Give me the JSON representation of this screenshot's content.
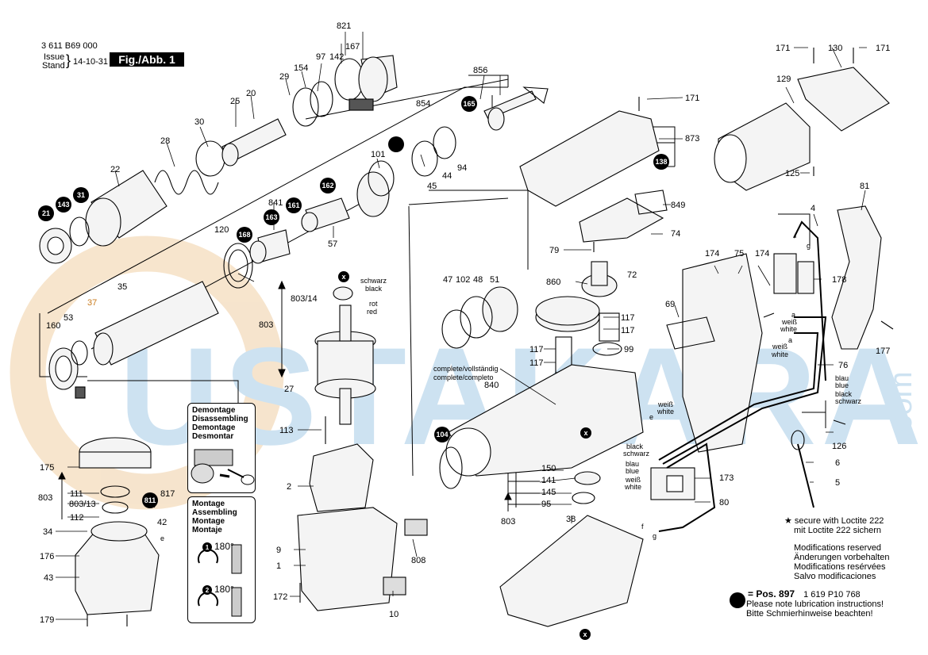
{
  "header": {
    "doc_number": "3 611 B69 000",
    "issue_label": "Issue",
    "stand_label": "Stand",
    "issue_date": "14-10-31",
    "figure_label": "Fig./Abb. 1"
  },
  "watermark": {
    "text": "USTAKARA",
    "suffix": ".com"
  },
  "colors": {
    "watermark_text": "#c8dff0",
    "watermark_ring": "#f6e2c8",
    "line": "#000000",
    "part_fill": "#f4f4f4"
  },
  "callouts_plain": {
    "p821": "821",
    "p167": "167",
    "p142": "142",
    "p97": "97",
    "p154": "154",
    "p29": "29",
    "p25": "25",
    "p20": "20",
    "p30": "30",
    "p28": "28",
    "p22": "22",
    "p856": "856",
    "p854": "854",
    "p101": "101",
    "p94": "94",
    "p44": "44",
    "p45": "45",
    "p841": "841",
    "p57": "57",
    "p120": "120",
    "p35": "35",
    "p37": "37",
    "p53": "53",
    "p160": "160",
    "p171a": "171",
    "p171b": "171",
    "p171c": "171",
    "p130": "130",
    "p129": "129",
    "p125": "125",
    "p873": "873",
    "p849": "849",
    "p74": "74",
    "p79": "79",
    "p72": "72",
    "p47": "47",
    "p102": "102",
    "p48": "48",
    "p51": "51",
    "p860": "860",
    "p117a": "117",
    "p117b": "117",
    "p117c": "117",
    "p117d": "117",
    "p99": "99",
    "p4": "4",
    "p81": "81",
    "p174a": "174",
    "p75": "75",
    "p174b": "174",
    "p178": "178",
    "p69": "69",
    "p177": "177",
    "p76": "76",
    "p126": "126",
    "p6": "6",
    "p5": "5",
    "p803a": "803",
    "p803_14": "803/14",
    "p27": "27",
    "p113": "113",
    "p2": "2",
    "p9": "9",
    "p1": "1",
    "p172": "172",
    "p10": "10",
    "p808": "808",
    "p175": "175",
    "p111": "111",
    "p803b": "803",
    "p803_13": "803/13",
    "p112": "112",
    "p817": "817",
    "p42": "42",
    "p34": "34",
    "p176": "176",
    "p43": "43",
    "p179": "179",
    "p840": "840",
    "p150": "150",
    "p141": "141",
    "p145": "145",
    "p95": "95",
    "p803c": "803",
    "p38": "38",
    "p173": "173",
    "p80": "80"
  },
  "callouts_circled": {
    "c21": "21",
    "c143": "143",
    "c31": "31",
    "c165": "165",
    "c162": "162",
    "c161": "161",
    "c163": "163",
    "c168": "168",
    "c138": "138",
    "c104": "104",
    "c811": "811"
  },
  "wire_labels": {
    "schwarz": "schwarz",
    "black": "black",
    "rot": "rot",
    "red": "red",
    "weiss1": "weiß",
    "white1": "white",
    "a1": "a",
    "weiss2": "weiß",
    "white2": "white",
    "a2": "a",
    "blau1": "blau",
    "blue1": "blue",
    "black1": "black",
    "schwarz1": "schwarz",
    "e1": "e",
    "weiss3": "weiß",
    "white3": "white",
    "black2": "black",
    "schwarz2": "schwarz",
    "blau2": "blau",
    "blue2": "blue",
    "weiss4": "weiß",
    "white4": "white",
    "f1": "f",
    "g1": "g",
    "f2": "f",
    "g2": "g",
    "e2": "e",
    "x1": "x",
    "x2": "x",
    "x3": "x"
  },
  "complete_labels": [
    "complete/vollständig",
    "complete/completo"
  ],
  "disassembly_box": {
    "lines": [
      "Demontage",
      "Disassembling",
      "Demontage",
      "Desmontar"
    ]
  },
  "assembly_box": {
    "lines": [
      "Montage",
      "Assembling",
      "Montage",
      "Montaje"
    ],
    "step1_num": "1",
    "step1_angle": "180°",
    "step2_num": "2",
    "step2_angle": "180°"
  },
  "notes": {
    "loctite_1": "★ secure with Loctite 222",
    "loctite_2": "mit Loctite 222 sichern",
    "mod_1": "Modifications reserved",
    "mod_2": "Änderungen vorbehalten",
    "mod_3": "Modifications resérvées",
    "mod_4": "Salvo modificaciones",
    "pos_label": "= Pos. 897",
    "pos_number": "1 619 P10 768",
    "lube_1": "Please note lubrication instructions!",
    "lube_2": "Bitte Schmierhinweise beachten!"
  }
}
